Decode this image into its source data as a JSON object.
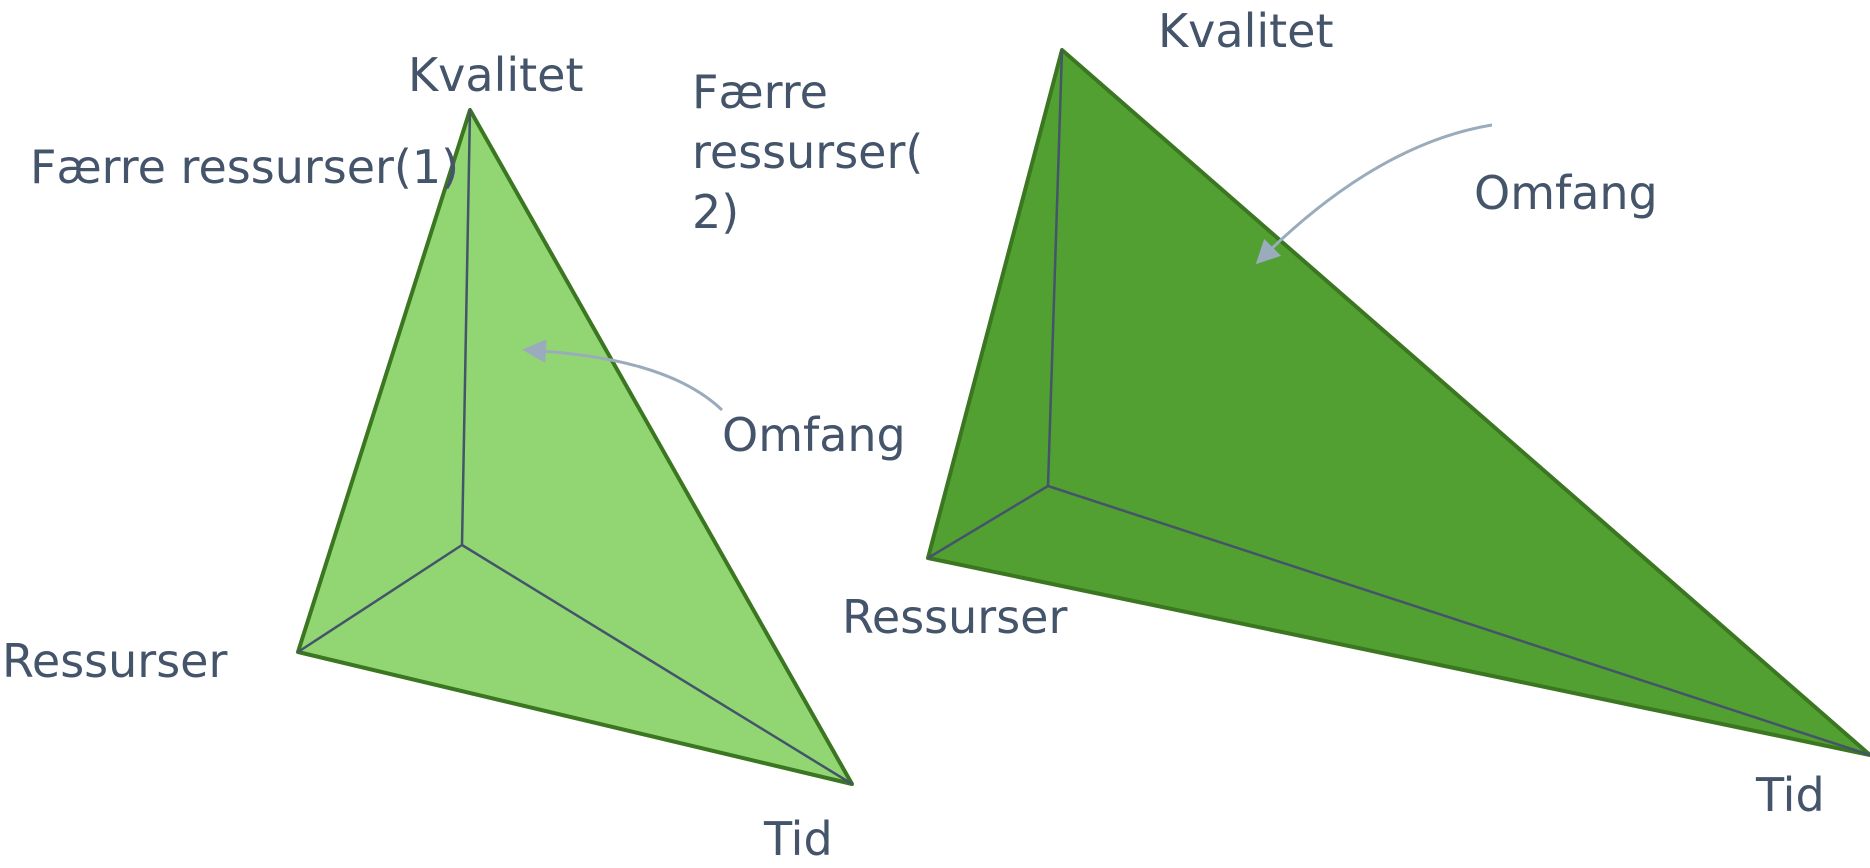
{
  "colors": {
    "left_fill": "#92d673",
    "right_fill": "#53a032",
    "outline": "#3b7621",
    "inner_edge": "#44546a",
    "arrow": "#9aacbb",
    "text": "#44546a"
  },
  "left_pyramid": {
    "top_label": "Kvalitet",
    "left_label": "Ressurser",
    "bottom_label": "Tid",
    "scope_label": "Omfang",
    "fewer_resources_label": "Færre ressurser(1)"
  },
  "right_pyramid": {
    "top_label": "Kvalitet",
    "left_label": "Ressurser",
    "bottom_label": "Tid",
    "scope_label": "Omfang",
    "fewer_resources_label": "Færre\nressurser(\n2)"
  }
}
